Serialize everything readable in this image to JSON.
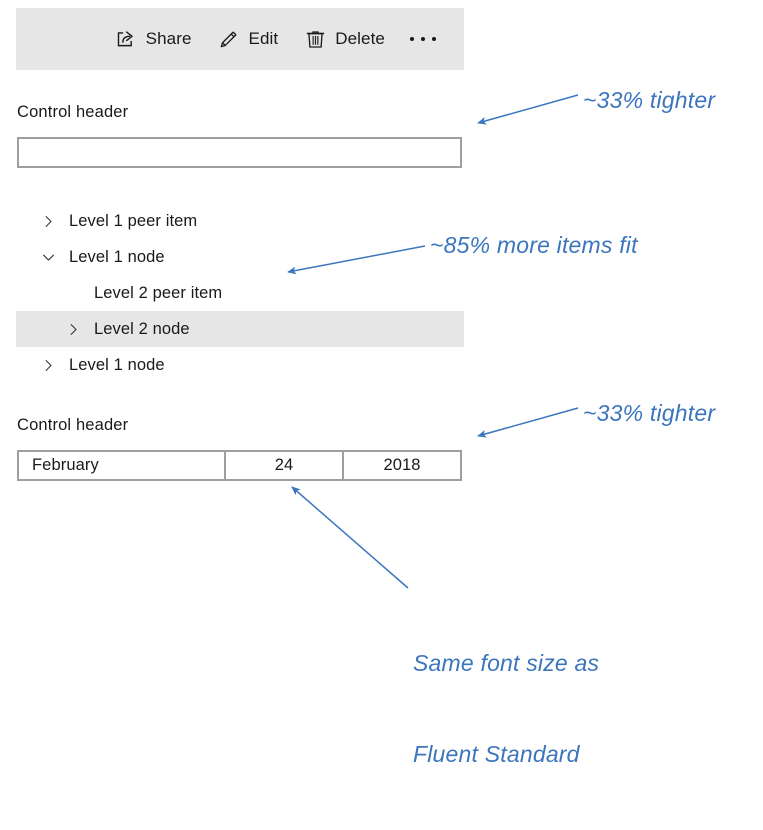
{
  "command_bar": {
    "items": [
      {
        "icon": "share-icon",
        "label": "Share"
      },
      {
        "icon": "edit-icon",
        "label": "Edit"
      },
      {
        "icon": "delete-icon",
        "label": "Delete"
      }
    ],
    "overflow_icon": "more-ellipsis-icon"
  },
  "text_field_section": {
    "header": "Control header",
    "value": "",
    "placeholder": ""
  },
  "tree": {
    "items": [
      {
        "label": "Level 1 peer item",
        "level": 1,
        "chevron": "chevron-right-icon",
        "expanded": false,
        "selected": false
      },
      {
        "label": "Level 1 node",
        "level": 1,
        "chevron": "chevron-down-icon",
        "expanded": true,
        "selected": false
      },
      {
        "label": "Level 2 peer item",
        "level": 2,
        "chevron": "none",
        "expanded": false,
        "selected": false
      },
      {
        "label": "Level 2 node",
        "level": 2,
        "chevron": "chevron-right-icon",
        "expanded": false,
        "selected": true
      },
      {
        "label": "Level 1 node",
        "level": 1,
        "chevron": "chevron-right-icon",
        "expanded": false,
        "selected": false
      }
    ]
  },
  "date_picker_section": {
    "header": "Control header",
    "month": "February",
    "day": "24",
    "year": "2018"
  },
  "annotations": [
    {
      "id": "anno-1",
      "text": "~33% tighter"
    },
    {
      "id": "anno-2",
      "text": "~85% more items fit"
    },
    {
      "id": "anno-3",
      "text": "~33% tighter"
    },
    {
      "id": "anno-4",
      "line1": "Same font size as",
      "line2": "Fluent Standard"
    }
  ],
  "colors": {
    "accent_blue": "#3b76bd",
    "bar_background": "#e6e6e6",
    "selected_row": "#e6e6e6",
    "border_gray": "#9e9e9e",
    "text": "#1a1a1a",
    "page_background": "#ffffff"
  }
}
